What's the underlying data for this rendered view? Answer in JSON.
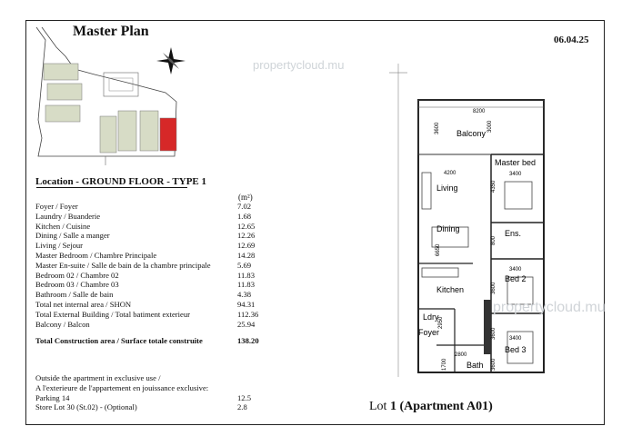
{
  "header": {
    "title": "Master Plan",
    "date": "06.04.25",
    "watermark": "propertycloud.mu"
  },
  "location": "Location - GROUND FLOOR - TYPE 1",
  "units": "(m²)",
  "areas": [
    {
      "label": "Foyer / Foyer",
      "value": "7.02"
    },
    {
      "label": "Laundry / Buanderie",
      "value": "1.68"
    },
    {
      "label": "Kitchen / Cuisine",
      "value": "12.65"
    },
    {
      "label": "Dining / Salle a manger",
      "value": "12.26"
    },
    {
      "label": "Living / Sejour",
      "value": "12.69"
    },
    {
      "label": "Master Bedroom / Chambre Principale",
      "value": "14.28"
    },
    {
      "label": "Master En-suite / Salle de bain de la chambre principale",
      "value": "5.69"
    },
    {
      "label": "Bedroom 02 / Chambre 02",
      "value": "11.83"
    },
    {
      "label": "Bedroom 03 / Chambre 03",
      "value": "11.83"
    },
    {
      "label": "Bathroom / Salle de bain",
      "value": "4.38"
    },
    {
      "label": "Total net internal area / SHON",
      "value": "94.31"
    },
    {
      "label": "Total External Building / Total batiment exterieur",
      "value": "112.36"
    },
    {
      "label": "Balcony / Balcon",
      "value": "25.94"
    }
  ],
  "total": {
    "label": "Total Construction area / Surface totale construite",
    "value": "138.20"
  },
  "exclusive": {
    "line1": "Outside the apartment in exclusive use /",
    "line2": "A l'exterieure de l'appartement en jouissance exclusive:",
    "items": [
      {
        "label": "Parking 14",
        "value": "12.5"
      },
      {
        "label": "Store Lot 30 (St.02) - (Optional)",
        "value": "2.8"
      }
    ]
  },
  "lot": {
    "prefix": "Lot ",
    "number": "1",
    "open": "(Apartment ",
    "apt": "A01",
    "close": ")"
  },
  "plan": {
    "rooms": {
      "balcony": "Balcony",
      "master_bed": "Master bed",
      "living": "Living",
      "dining": "Dining",
      "ens": "Ens.",
      "bed2": "Bed 2",
      "kitchen": "Kitchen",
      "ldry": "Ldry",
      "foyer": "Foyer",
      "bed3": "Bed 3",
      "bath": "Bath"
    },
    "dims": {
      "d8200": "8200",
      "d3600a": "3600",
      "d3000": "3000",
      "d4200": "4200",
      "d3400a": "3400",
      "d4350": "4350",
      "d6650": "6650",
      "d3600b": "3600",
      "d800": "800",
      "d3400b": "3400",
      "d3600c": "3600",
      "d2950": "2950",
      "d3400c": "3400",
      "d2800": "2800",
      "d1700": "1700",
      "d3600d": "3600"
    }
  }
}
